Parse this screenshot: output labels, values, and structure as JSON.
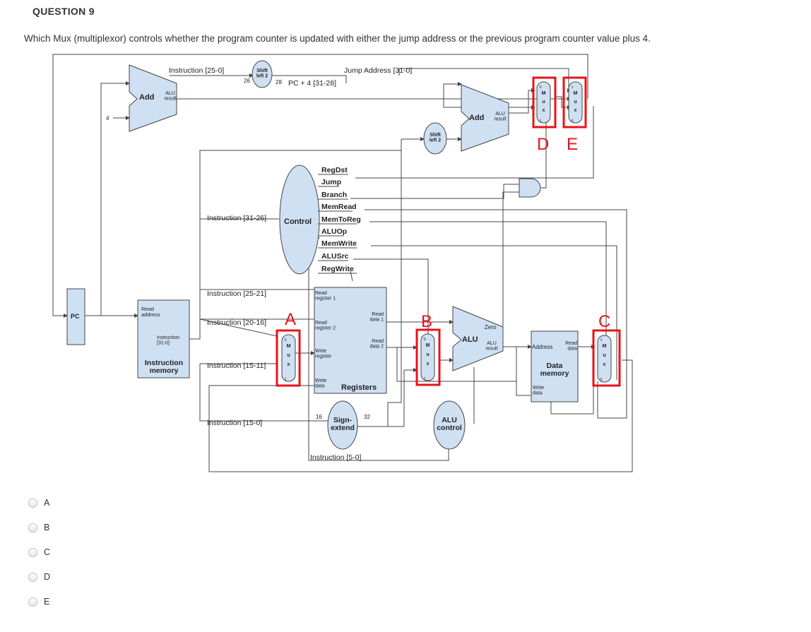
{
  "question": {
    "title": "QUESTION 9",
    "text": "Which Mux (multiplexor) controls whether the program counter is updated with either the jump address or the previous program counter value plus 4."
  },
  "diagram": {
    "pc": "PC",
    "imem": {
      "read_address": "Read\naddress",
      "instruction_bits": "Instruction\n[31-0]",
      "title": "Instruction\nmemory"
    },
    "add1": {
      "label": "Add",
      "result": "ALU\nresult",
      "const": "4"
    },
    "add2": {
      "label": "Add",
      "result": "ALU\nresult"
    },
    "shift_top": "Shift\nleft 2",
    "shift_mid": "Shift\nleft 2",
    "instr_25_0": "Instruction [25-0]",
    "bits_26": "26",
    "bits_28": "28",
    "pc_plus4": "PC + 4 [31-28]",
    "jump_address": "Jump Address [31-0]",
    "control": "Control",
    "control_signals": [
      "RegDst",
      "Jump",
      "Branch",
      "MemRead",
      "MemToReg",
      "ALUOp",
      "MemWrite",
      "ALUSrc",
      "RegWrite"
    ],
    "instr_31_26": "Instruction [31-26]",
    "instr_25_21": "Instruction [25-21]",
    "instr_20_16": "Instruction [20-16]",
    "instr_15_11": "Instruction [15-11]",
    "instr_15_0": "Instruction [15-0]",
    "instr_5_0": "Instruction [5-0]",
    "registers": {
      "read_reg1": "Read\nregister 1",
      "read_reg2": "Read\nregister 2",
      "write_reg": "Write\nregister",
      "write_data": "Write\ndata",
      "read_data1": "Read\ndata 1",
      "read_data2": "Read\ndata 2",
      "title": "Registers"
    },
    "sign_extend": "Sign-\nextend",
    "bits_16": "16",
    "bits_32": "32",
    "alu": {
      "label": "ALU",
      "zero": "Zero",
      "result": "ALU\nresult"
    },
    "alu_control": "ALU\ncontrol",
    "dmem": {
      "address": "Address",
      "read_data": "Read\ndata",
      "write_data": "Write\ndata",
      "title": "Data\nmemory"
    },
    "mux_letters": [
      "M",
      "u",
      "x"
    ],
    "mux_labels": {
      "a": "A",
      "b": "B",
      "c": "C",
      "d": "D",
      "e": "E"
    },
    "mux_inputs": {
      "zero": "0",
      "one": "1"
    },
    "highlight_color": "#e8121a"
  },
  "options": [
    "A",
    "B",
    "C",
    "D",
    "E"
  ]
}
